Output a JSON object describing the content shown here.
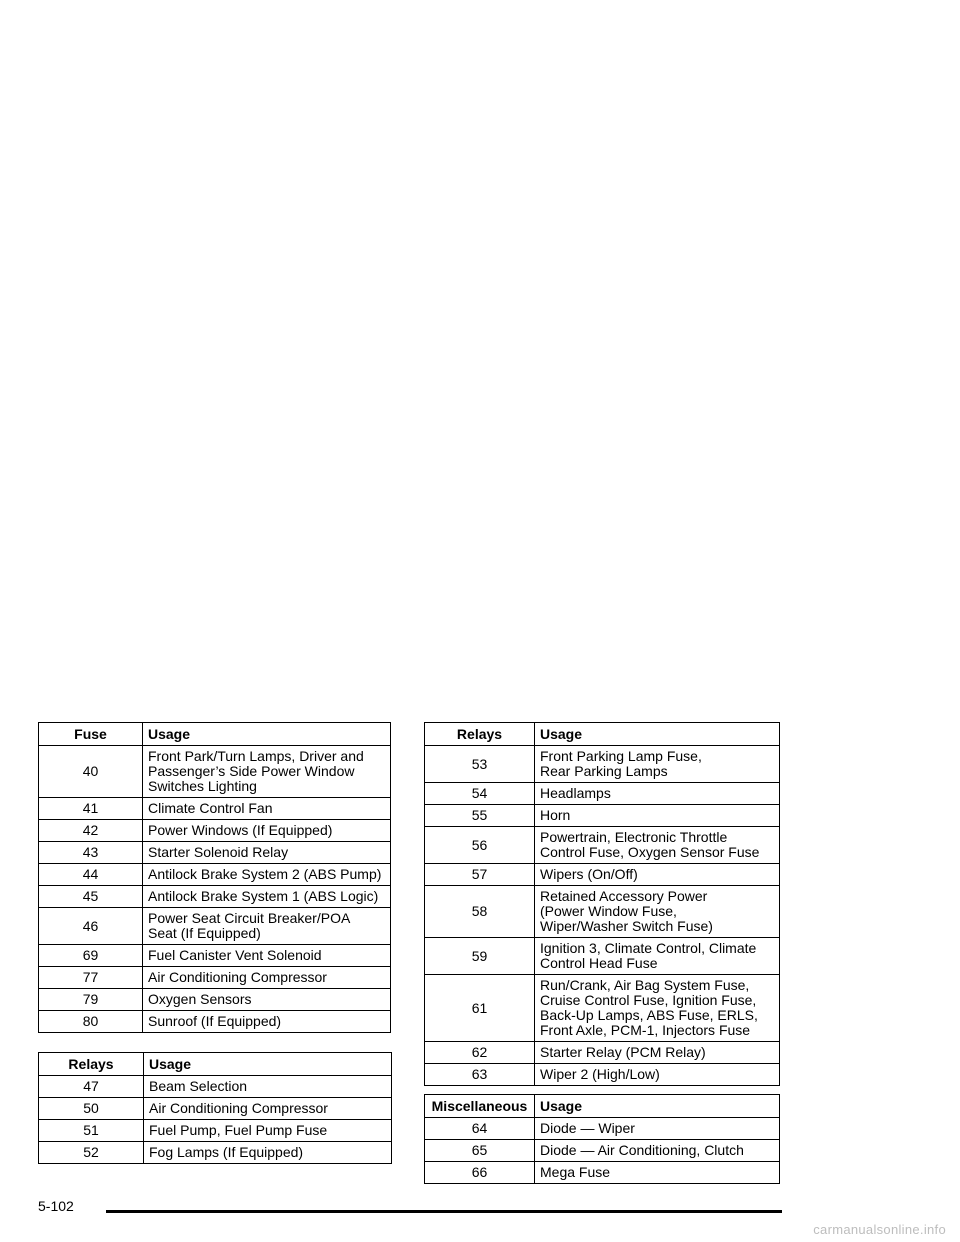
{
  "tables": [
    {
      "id": "fuse",
      "headers": [
        "Fuse",
        "Usage"
      ],
      "rows": [
        {
          "num": "40",
          "usage": [
            "Front Park/Turn Lamps, Driver and",
            "Passenger’s Side Power Window",
            "Switches Lighting"
          ]
        },
        {
          "num": "41",
          "usage": [
            "Climate Control Fan"
          ]
        },
        {
          "num": "42",
          "usage": [
            "Power Windows (If Equipped)"
          ]
        },
        {
          "num": "43",
          "usage": [
            "Starter Solenoid Relay"
          ]
        },
        {
          "num": "44",
          "usage": [
            "Antilock Brake System 2 (ABS Pump)"
          ]
        },
        {
          "num": "45",
          "usage": [
            "Antilock Brake System 1 (ABS Logic)"
          ]
        },
        {
          "num": "46",
          "usage": [
            "Power Seat Circuit Breaker/POA",
            "Seat (If Equipped)"
          ]
        },
        {
          "num": "69",
          "usage": [
            "Fuel Canister Vent Solenoid"
          ]
        },
        {
          "num": "77",
          "usage": [
            "Air Conditioning Compressor"
          ]
        },
        {
          "num": "79",
          "usage": [
            "Oxygen Sensors"
          ]
        },
        {
          "num": "80",
          "usage": [
            "Sunroof (If Equipped)"
          ]
        }
      ]
    },
    {
      "id": "relays1",
      "headers": [
        "Relays",
        "Usage"
      ],
      "rows": [
        {
          "num": "47",
          "usage": [
            "Beam Selection"
          ]
        },
        {
          "num": "50",
          "usage": [
            "Air Conditioning Compressor"
          ]
        },
        {
          "num": "51",
          "usage": [
            "Fuel Pump, Fuel Pump Fuse"
          ]
        },
        {
          "num": "52",
          "usage": [
            "Fog Lamps (If Equipped)"
          ]
        }
      ]
    },
    {
      "id": "relays2",
      "headers": [
        "Relays",
        "Usage"
      ],
      "rows": [
        {
          "num": "53",
          "usage": [
            "Front Parking Lamp Fuse,",
            "Rear Parking Lamps"
          ]
        },
        {
          "num": "54",
          "usage": [
            "Headlamps"
          ]
        },
        {
          "num": "55",
          "usage": [
            "Horn"
          ]
        },
        {
          "num": "56",
          "usage": [
            "Powertrain, Electronic Throttle",
            "Control Fuse, Oxygen Sensor Fuse"
          ]
        },
        {
          "num": "57",
          "usage": [
            "Wipers (On/Off)"
          ]
        },
        {
          "num": "58",
          "usage": [
            "Retained Accessory Power",
            "(Power Window Fuse,",
            "Wiper/Washer Switch Fuse)"
          ]
        },
        {
          "num": "59",
          "usage": [
            "Ignition 3, Climate Control, Climate",
            "Control Head Fuse"
          ]
        },
        {
          "num": "61",
          "usage": [
            "Run/Crank, Air Bag System Fuse,",
            "Cruise Control Fuse, Ignition Fuse,",
            "Back-Up Lamps, ABS Fuse, ERLS,",
            "Front Axle, PCM-1, Injectors Fuse"
          ]
        },
        {
          "num": "62",
          "usage": [
            "Starter Relay (PCM Relay)"
          ]
        },
        {
          "num": "63",
          "usage": [
            "Wiper 2 (High/Low)"
          ]
        }
      ]
    },
    {
      "id": "misc",
      "headers": [
        "Miscellaneous",
        "Usage"
      ],
      "rows": [
        {
          "num": "64",
          "usage": [
            "Diode — Wiper"
          ]
        },
        {
          "num": "65",
          "usage": [
            "Diode — Air Conditioning, Clutch"
          ]
        },
        {
          "num": "66",
          "usage": [
            "Mega Fuse"
          ]
        }
      ]
    }
  ],
  "footer": {
    "page_number": "5-102",
    "watermark": "carmanualsonline.info"
  }
}
